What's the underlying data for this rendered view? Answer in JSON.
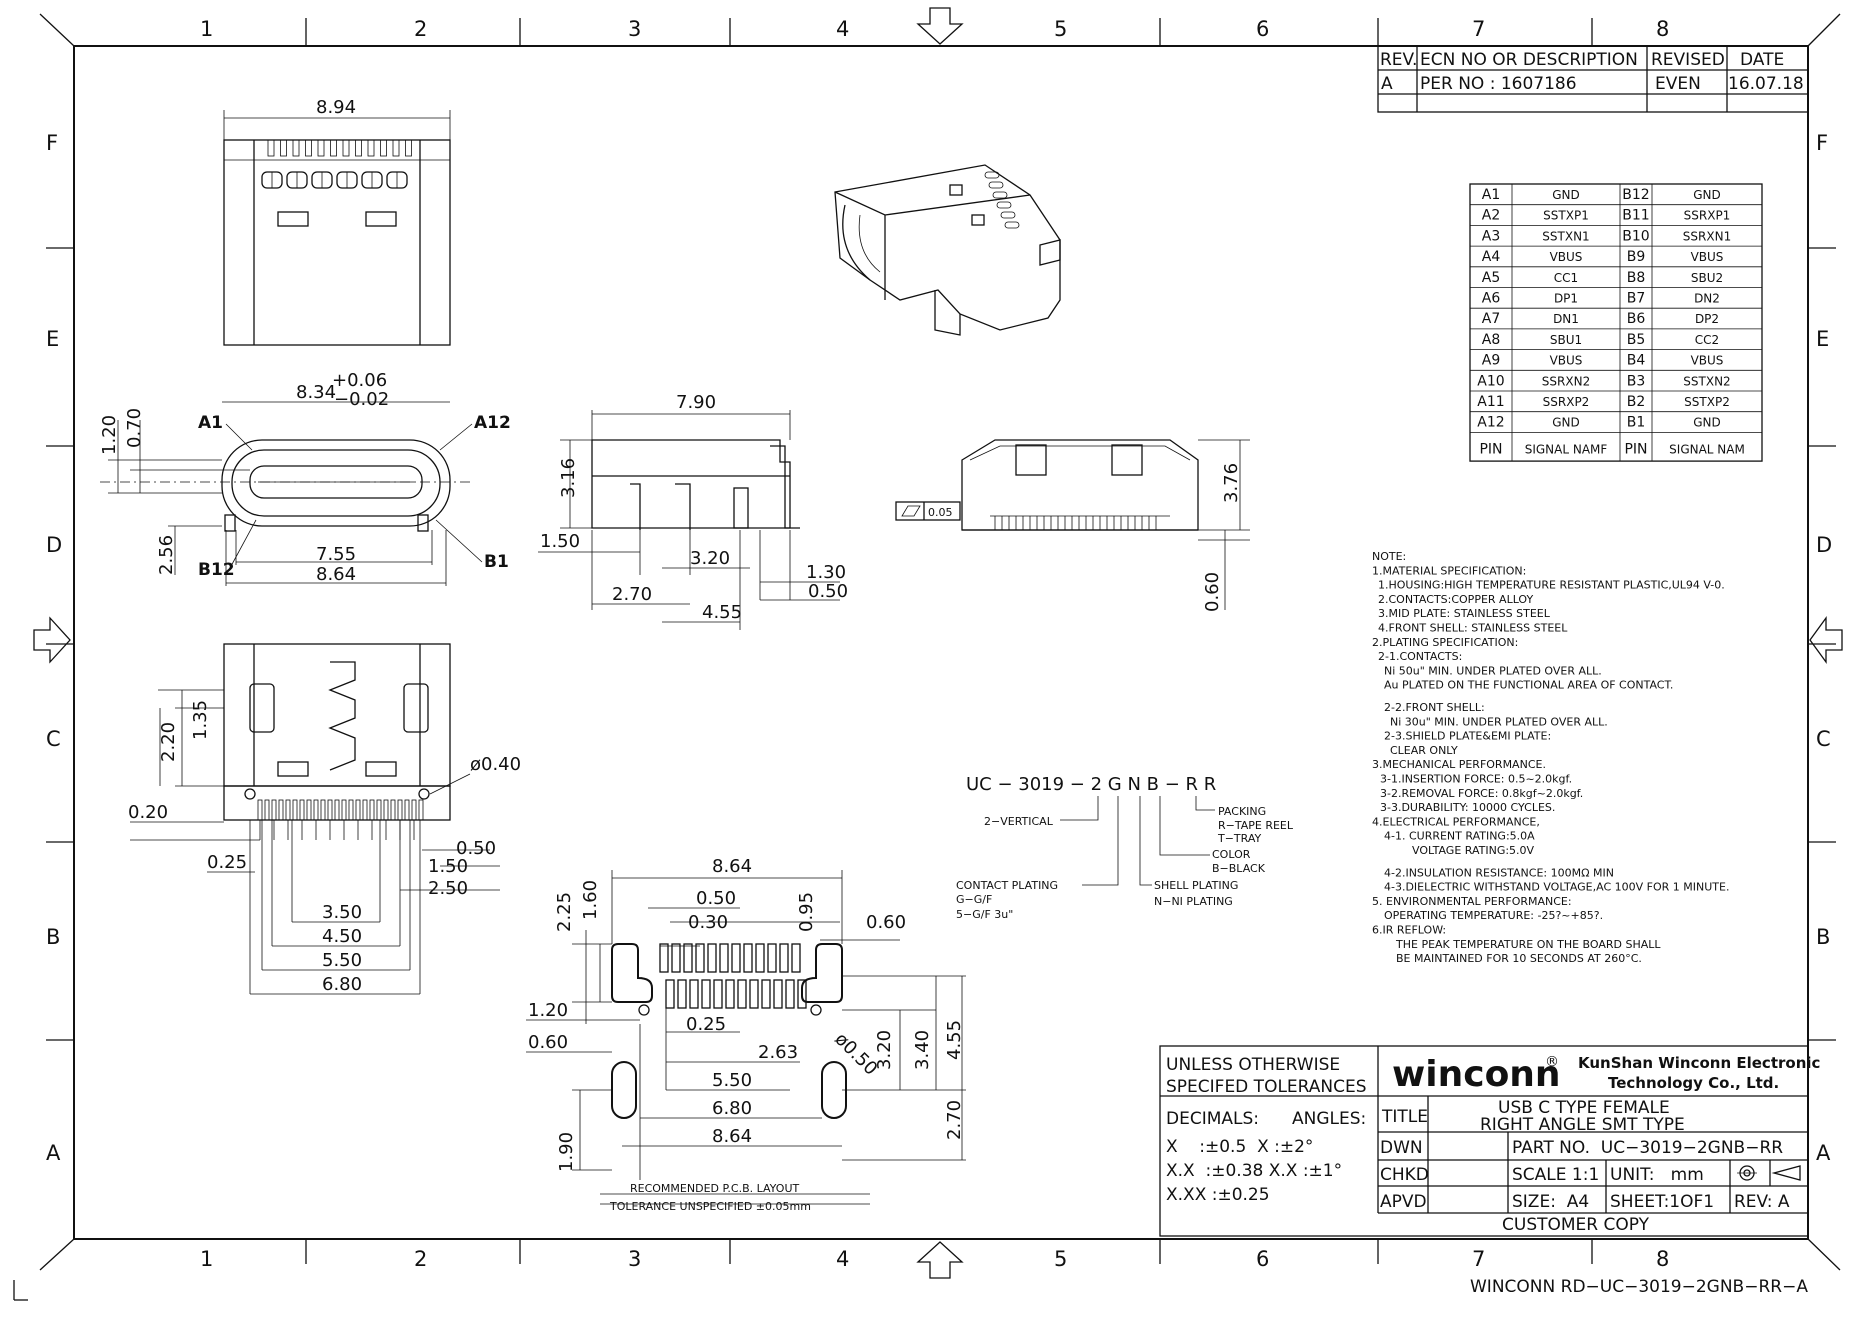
{
  "border": {
    "columns": [
      "1",
      "2",
      "3",
      "4",
      "5",
      "6",
      "7",
      "8"
    ],
    "rows": [
      "F",
      "E",
      "D",
      "C",
      "B",
      "A"
    ]
  },
  "revision": {
    "headers": [
      "REV.",
      "ECN NO OR DESCRIPTION",
      "REVISED",
      "DATE"
    ],
    "row": [
      "A",
      "PER NO : 1607186",
      "EVEN",
      "16.07.18"
    ]
  },
  "pins": {
    "rows": [
      [
        "A1",
        "GND",
        "B12",
        "GND"
      ],
      [
        "A2",
        "SSTXP1",
        "B11",
        "SSRXP1"
      ],
      [
        "A3",
        "SSTXN1",
        "B10",
        "SSRXN1"
      ],
      [
        "A4",
        "VBUS",
        "B9",
        "VBUS"
      ],
      [
        "A5",
        "CC1",
        "B8",
        "SBU2"
      ],
      [
        "A6",
        "DP1",
        "B7",
        "DN2"
      ],
      [
        "A7",
        "DN1",
        "B6",
        "DP2"
      ],
      [
        "A8",
        "SBU1",
        "B5",
        "CC2"
      ],
      [
        "A9",
        "VBUS",
        "B4",
        "VBUS"
      ],
      [
        "A10",
        "SSRXN2",
        "B3",
        "SSTXN2"
      ],
      [
        "A11",
        "SSRXP2",
        "B2",
        "SSTXP2"
      ],
      [
        "A12",
        "GND",
        "B1",
        "GND"
      ]
    ],
    "footer": [
      "PIN",
      "SIGNAL NAMF",
      "PIN",
      "SIGNAL NAM"
    ]
  },
  "notes": [
    "NOTE:",
    "1.MATERIAL SPECIFICATION:",
    "1.HOUSING:HIGH TEMPERATURE RESISTANT PLASTIC,UL94 V-0.",
    "2.CONTACTS:COPPER ALLOY",
    "3.MID PLATE: STAINLESS STEEL",
    "4.FRONT SHELL: STAINLESS STEEL",
    "2.PLATING SPECIFICATION:",
    "2-1.CONTACTS:",
    "Ni 50u\" MIN. UNDER PLATED OVER ALL.",
    "Au PLATED ON THE FUNCTIONAL AREA OF CONTACT.",
    "2-2.FRONT SHELL:",
    "Ni 30u\" MIN. UNDER PLATED OVER ALL.",
    "2-3.SHIELD PLATE&EMI PLATE:",
    "CLEAR ONLY",
    "3.MECHANICAL PERFORMANCE.",
    "3-1.INSERTION FORCE: 0.5~2.0kgf.",
    "3-2.REMOVAL FORCE: 0.8kgf~2.0kgf.",
    "3-3.DURABILITY: 10000 CYCLES.",
    "4.ELECTRICAL PERFORMANCE,",
    "4-1. CURRENT RATING:5.0A",
    "VOLTAGE RATING:5.0V",
    "4-2.INSULATION RESISTANCE: 100MΩ MIN",
    "4-3.DIELECTRIC WITHSTAND VOLTAGE,AC 100V FOR 1 MINUTE.",
    "5. ENVIRONMENTAL PERFORMANCE:",
    "OPERATING TEMPERATURE: -25?~+85?.",
    "6.IR REFLOW:",
    "THE PEAK TEMPERATURE ON THE BOARD SHALL",
    "BE MAINTAINED FOR 10 SECONDS AT 260°C."
  ],
  "part_code": {
    "code": "UC − 3019 − 2 G N B − R R",
    "vertical": "2−VERTICAL",
    "contact_plating": [
      "CONTACT PLATING",
      "G−G/F",
      "5−G/F 3u\""
    ],
    "shell_plating": [
      "SHELL PLATING",
      "N−NI PLATING"
    ],
    "color": [
      "COLOR",
      "B−BLACK"
    ],
    "packing": [
      "PACKING",
      "R−TAPE REEL",
      "T−TRAY"
    ]
  },
  "dims": {
    "top_width": "8.94",
    "front_width": "8.34",
    "front_tol_plus": "+0.06",
    "front_tol_minus": "−0.02",
    "d120": "1.20",
    "d070": "0.70",
    "d256": "2.56",
    "d755": "7.55",
    "d864": "8.64",
    "a1": "A1",
    "a12": "A12",
    "b12": "B12",
    "b1": "B1",
    "side_width": "7.90",
    "d316": "3.16",
    "d150": "1.50",
    "d320": "3.20",
    "d270": "2.70",
    "d455": "4.55",
    "d130": "1.30",
    "d050": "0.50",
    "rear_h": "3.76",
    "rear_060": "0.60",
    "flat": "0.05",
    "b_135": "1.35",
    "b_220": "2.20",
    "b_phi": "ø0.40",
    "b_020": "0.20",
    "b_050": "0.50",
    "b_025": "0.25",
    "b_150": "1.50",
    "b_250": "2.50",
    "b_350": "3.50",
    "b_450": "4.50",
    "b_550": "5.50",
    "b_680": "6.80",
    "p_864": "8.64",
    "p_050": "0.50",
    "p_030": "0.30",
    "p_095": "0.95",
    "p_060r": "0.60",
    "p_225": "2.25",
    "p_160": "1.60",
    "p_120": "1.20",
    "p_060": "0.60",
    "p_025": "0.25",
    "p_263": "2.63",
    "p_phi": "ø0.50",
    "p_320": "3.20",
    "p_340": "3.40",
    "p_455": "4.55",
    "p_550": "5.50",
    "p_680": "6.80",
    "p_864b": "8.64",
    "p_270": "2.70",
    "p_190": "1.90",
    "pcb_title": "RECOMMENDED P.C.B. LAYOUT",
    "pcb_tol": "TOLERANCE UNSPECIFIED ±0.05mm"
  },
  "titleblock": {
    "tol_title": [
      "UNLESS OTHERWISE",
      "SPECIFED TOLERANCES"
    ],
    "decimals": "DECIMALS:",
    "angles": "ANGLES:",
    "tol_rows": [
      "X    :±0.5  X :±2°",
      "X.X  :±0.38 X.X :±1°",
      "X.XX :±0.25"
    ],
    "brand": "winconn",
    "company": [
      "KunShan Winconn Electronic",
      "Technology Co., Ltd."
    ],
    "title_label": "TITLE",
    "title": [
      "USB C TYPE FEMALE",
      "RIGHT ANGLE SMT TYPE"
    ],
    "dwn": "DWN",
    "chkd": "CHKD",
    "apvd": "APVD",
    "part_no": "PART NO.  UC−3019−2GNB−RR",
    "scale": "SCALE 1:1",
    "unit": "UNIT:   mm",
    "size": "SIZE:  A4",
    "sheet": "SHEET:1OF1",
    "rev": "REV: A",
    "customer": "CUSTOMER COPY"
  },
  "footer_code": "WINCONN RD−UC−3019−2GNB−RR−A"
}
